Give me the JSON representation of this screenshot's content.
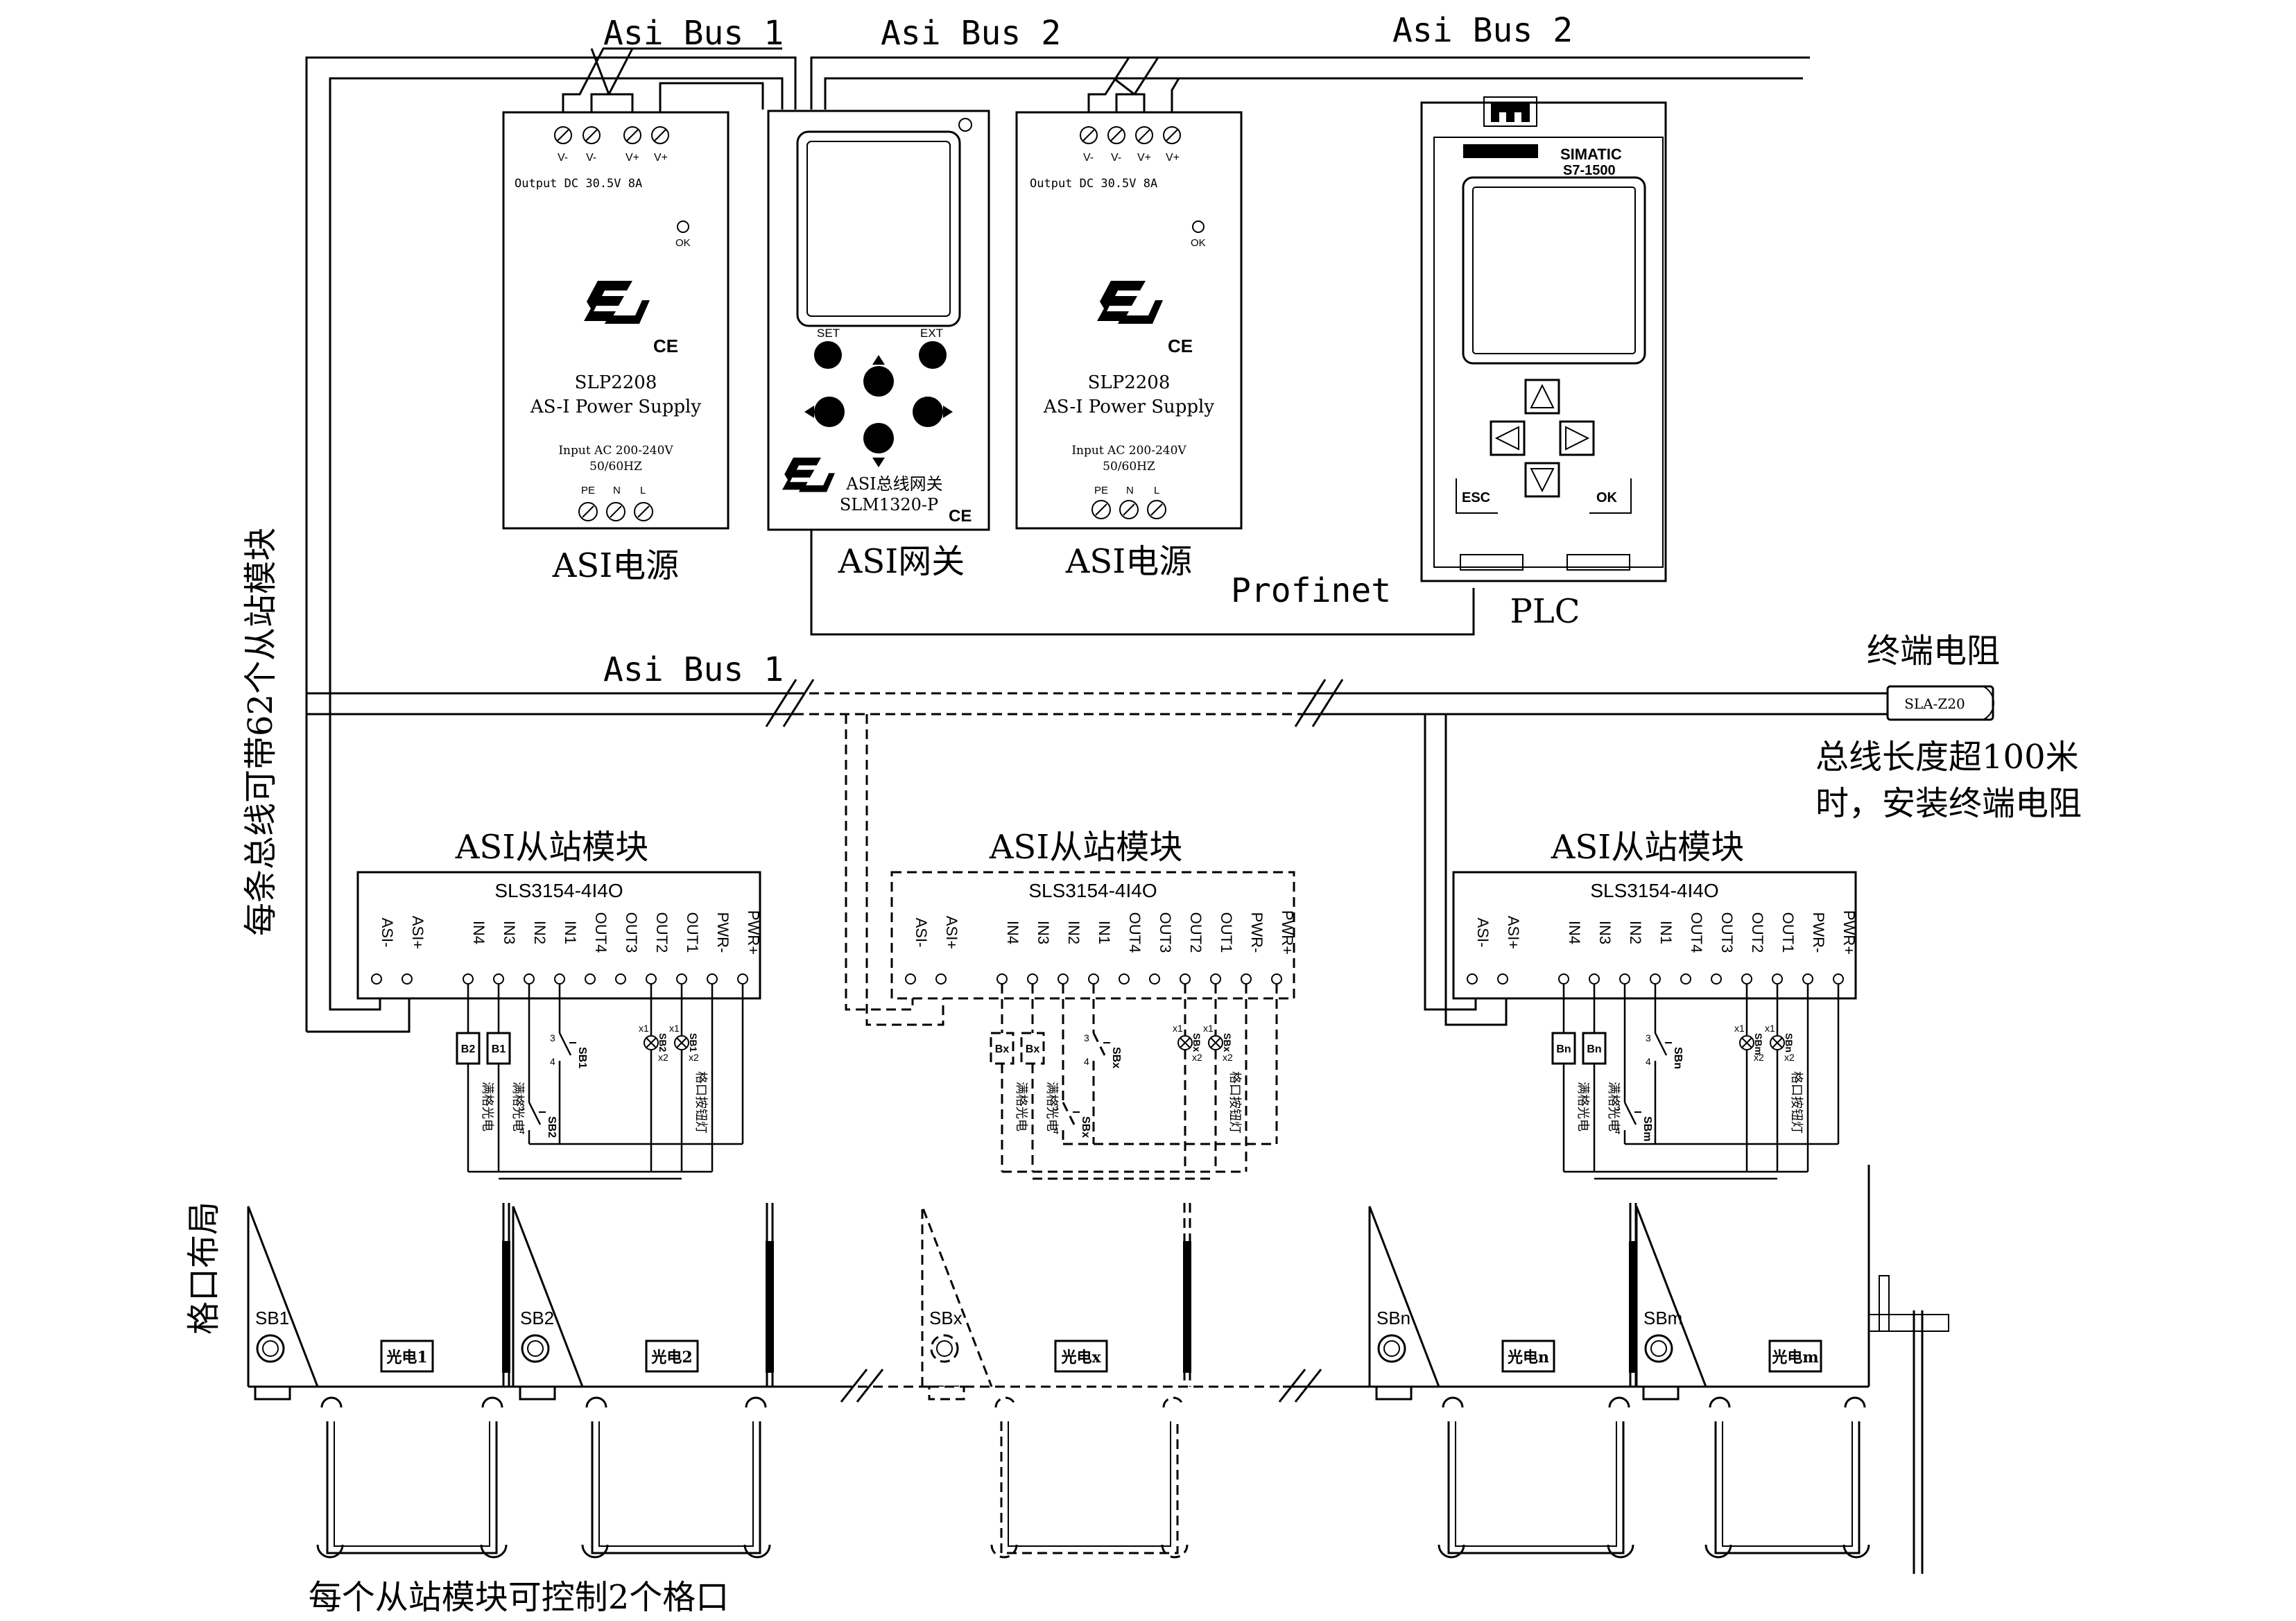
{
  "bus_labels": {
    "top_bus1": "Asi Bus 1",
    "top_bus2_a": "Asi Bus 2",
    "top_bus2_b": "Asi Bus 2",
    "mid_bus1": "Asi Bus 1",
    "profinet": "Profinet"
  },
  "power_supply": {
    "terminals_top": [
      "V-",
      "V-",
      "V+",
      "V+"
    ],
    "output": "Output DC 30.5V 8A",
    "ok": "OK",
    "ce": "CE",
    "model": "SLP2208",
    "name": "AS-I Power Supply",
    "input_line1": "Input AC 200-240V",
    "input_line2": "50/60HZ",
    "terminals_bottom": [
      "PE",
      "N",
      "L"
    ],
    "caption": "ASI电源"
  },
  "gateway": {
    "set": "SET",
    "ext": "EXT",
    "name_line1": "ASI总线网关",
    "name_line2": "SLM1320-P",
    "ce": "CE",
    "caption": "ASI网关"
  },
  "plc": {
    "brand": "SIMATIC",
    "model": "S7-1500",
    "esc": "ESC",
    "ok": "OK",
    "caption": "PLC"
  },
  "terminator": {
    "title": "终端电阻",
    "model": "SLA-Z20",
    "note_line1": "总线长度超100米",
    "note_line2": "时，安装终端电阻"
  },
  "side_labels": {
    "left_vertical": "每条总线可带62个从站模块",
    "grid_layout": "格口布局"
  },
  "slave_module": {
    "caption": "ASI从站模块",
    "model": "SLS3154-4I4O",
    "pins": [
      "ASI-",
      "ASI+",
      "IN4",
      "IN3",
      "IN2",
      "IN1",
      "OUT4",
      "OUT3",
      "OUT2",
      "OUT1",
      "PWR-",
      "PWR+"
    ]
  },
  "groups": [
    {
      "sensor_a": "B2",
      "sensor_b": "B1",
      "switch_a": "SB1",
      "switch_b": "SB2",
      "lamp_a": "SB2",
      "lamp_b": "SB1"
    },
    {
      "sensor_a": "Bx",
      "sensor_b": "Bx",
      "switch_a": "SBx",
      "switch_b": "SBx",
      "lamp_a": "SBx",
      "lamp_b": "SBx"
    },
    {
      "sensor_a": "Bn",
      "sensor_b": "Bn",
      "switch_a": "SBn",
      "switch_b": "SBm",
      "lamp_a": "SBm",
      "lamp_b": "SBn"
    }
  ],
  "wiring_text": {
    "sensor_label": "满格光电",
    "lamp_label": "格口按钮灯",
    "x1": "x1",
    "x2": "x2",
    "n3": "3",
    "n4": "4"
  },
  "chutes": [
    {
      "button": "SB1",
      "sensor": "光电1"
    },
    {
      "button": "SB2",
      "sensor": "光电2"
    },
    {
      "button": "SBx",
      "sensor": "光电x"
    },
    {
      "button": "SBn",
      "sensor": "光电n"
    },
    {
      "button": "SBm",
      "sensor": "光电m"
    }
  ],
  "bottom_caption": "每个从站模块可控制2个格口"
}
